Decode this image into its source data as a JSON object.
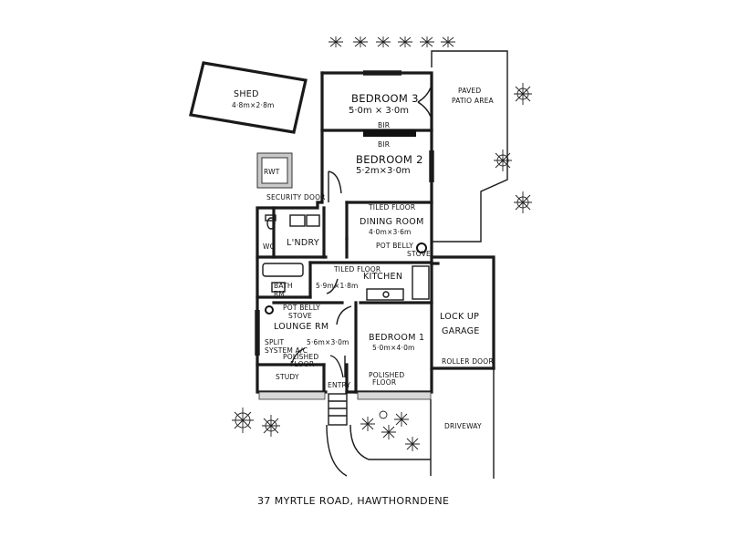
{
  "labels": {
    "shed": "SHED",
    "shed_dim": "4·8m×2·8m",
    "bedroom3": "BEDROOM 3",
    "bedroom3_dim": "5·0m × 3·0m",
    "bir_top": "BIR",
    "bir_bottom": "BIR",
    "bedroom2": "BEDROOM 2",
    "bedroom2_dim": "5·2m×3·0m",
    "paved_patio": "PAVED",
    "paved_patio2": "PATIO AREA",
    "rwt": "RWT",
    "security_door": "SECURITY DOOR",
    "tiled_floor_dining": "TILED FLOOR",
    "dining_room": "DINING ROOM",
    "dining_dim": "4·0m×3·6m",
    "wc": "WC",
    "laundry": "L'NDRY",
    "pot_belly_dining_1": "POT BELLY",
    "pot_belly_dining_2": "STOVE",
    "tiled_floor_kitchen": "TILED FLOOR",
    "kitchen": "KITCHEN",
    "kitchen_dim": "5·9m×1·8m",
    "bath": "BATH",
    "bath_rm": "RM",
    "pot_belly_lounge_1": "POT BELLY",
    "pot_belly_lounge_2": "STOVE",
    "lounge": "LOUNGE RM",
    "lounge_dim": "5·6m×3·0m",
    "split_system_1": "SPLIT",
    "split_system_2": "SYSTEM A/C",
    "polished_floor_lounge_1": "POLISHED",
    "polished_floor_lounge_2": "FLOOR",
    "bedroom1": "BEDROOM 1",
    "bedroom1_dim": "5·0m×4·0m",
    "polished_floor_bed1_1": "POLISHED",
    "polished_floor_bed1_2": "FLOOR",
    "study": "STUDY",
    "entry": "ENTRY",
    "lock_up_garage_1": "LOCK UP",
    "lock_up_garage_2": "GARAGE",
    "roller_door": "ROLLER DOOR",
    "driveway": "DRIVEWAY",
    "address": "37 MYRTLE ROAD, HAWTHORNDENE"
  }
}
